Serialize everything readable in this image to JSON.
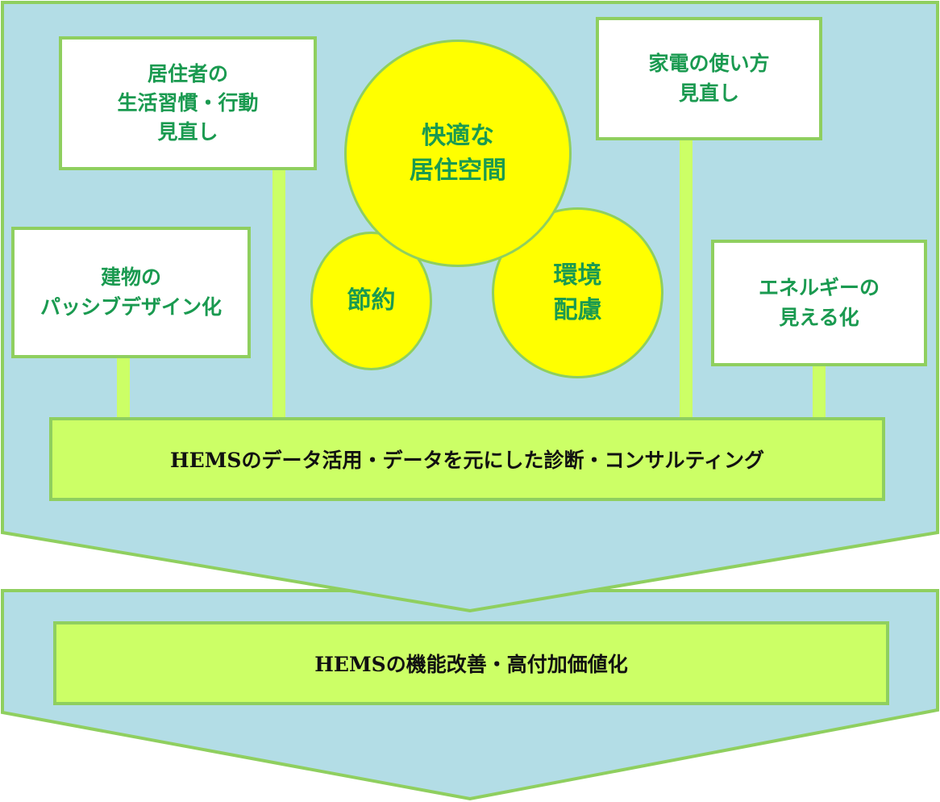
{
  "boxes": {
    "habits": "居住者の\n生活習慣・行動\n見直し",
    "passive": "建物の\nパッシブデザイン化",
    "appliances": "家電の使い方\n見直し",
    "visualize": "エネルギーの\n見える化"
  },
  "circles": {
    "comfort": "快適な\n居住空間",
    "saving": "節約",
    "environment": "環境\n配慮"
  },
  "bars": {
    "data_utilization": "HEMSのデータ活用・データを元にした診断・コンサルティング",
    "improvement": "HEMSの機能改善・高付加価値化"
  },
  "colors": {
    "background": "#b3dde6",
    "border": "#8fcf5f",
    "bar": "#ccff66",
    "circle": "#ffff00",
    "text": "#1a9a50"
  }
}
